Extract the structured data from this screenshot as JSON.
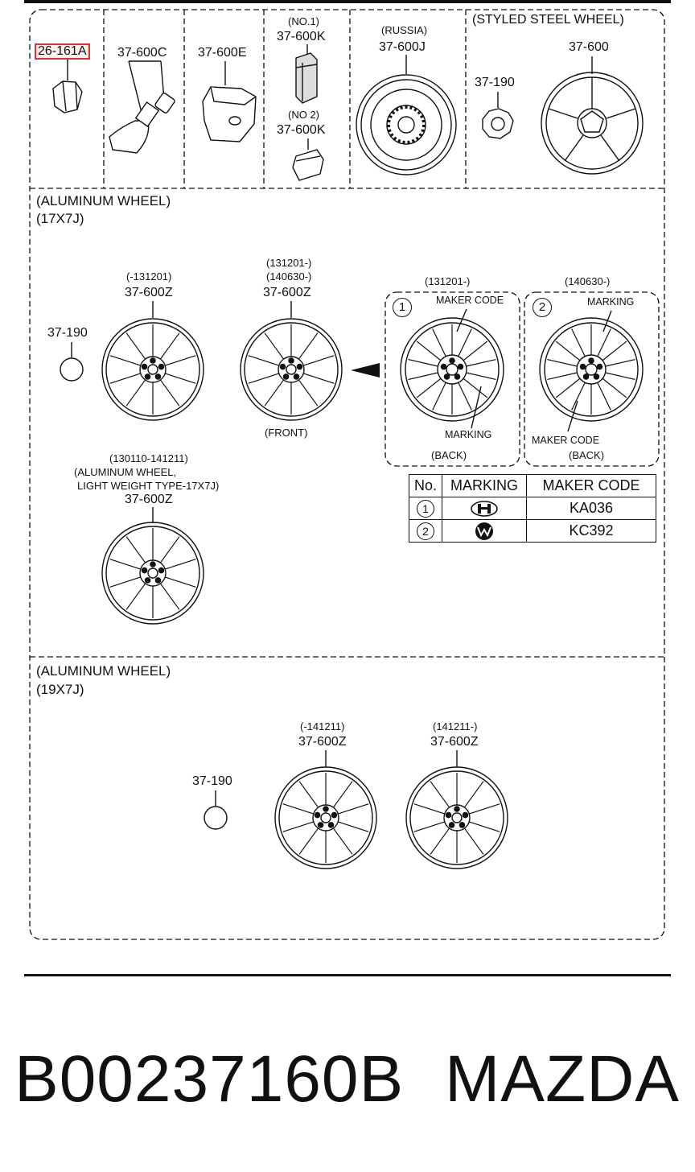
{
  "top_labels": {
    "nut": "26-161A",
    "valve": "37-600C",
    "sensor": "37-600E",
    "no1": "(NO.1)",
    "weight_k1": "37-600K",
    "no2": "(NO 2)",
    "weight_k2": "37-600K",
    "russia": "(RUSSIA)",
    "steel_wheel": "37-600J",
    "styled_title": "(STYLED STEEL WHEEL)",
    "styled_cap": "37-190",
    "styled_wheel": "37-600"
  },
  "section_17": {
    "title": "(ALUMINUM WHEEL)",
    "size": "(17X7J)",
    "cap": "37-190",
    "wheel_a_date": "(-131201)",
    "wheel_a_part": "37-600Z",
    "wheel_b_date1": "(131201-)",
    "wheel_b_date2": "(140630-)",
    "wheel_b_part": "37-600Z",
    "front": "(FRONT)",
    "back1_date": "(131201-)",
    "back1_num": "1",
    "back1_maker": "MAKER CODE",
    "back1_marking": "MARKING",
    "back1_label": "(BACK)",
    "back2_date": "(140630-)",
    "back2_num": "2",
    "back2_marking": "MARKING",
    "back2_maker": "MAKER CODE",
    "back2_label": "(BACK)",
    "light_date": "(130110-141211)",
    "light_title": "(ALUMINUM WHEEL,",
    "light_type": "LIGHT WEIGHT TYPE-17X7J)",
    "light_part": "37-600Z"
  },
  "marking_table": {
    "headers": [
      "No.",
      "MARKING",
      "MAKER CODE"
    ],
    "rows": [
      {
        "no": "1",
        "marking_icon": "hitachi-logo-icon",
        "maker_code": "KA036"
      },
      {
        "no": "2",
        "marking_icon": "w-logo-icon",
        "maker_code": "KC392"
      }
    ]
  },
  "section_19": {
    "title": "(ALUMINUM WHEEL)",
    "size": "(19X7J)",
    "cap": "37-190",
    "wheel_a_date": "(-141211)",
    "wheel_a_part": "37-600Z",
    "wheel_b_date": "(141211-)",
    "wheel_b_part": "37-600Z"
  },
  "footer": {
    "part_number": "B00237160B",
    "brand": "MAZDA"
  },
  "colors": {
    "line": "#111111",
    "highlight": "#e03030",
    "background": "#ffffff"
  }
}
